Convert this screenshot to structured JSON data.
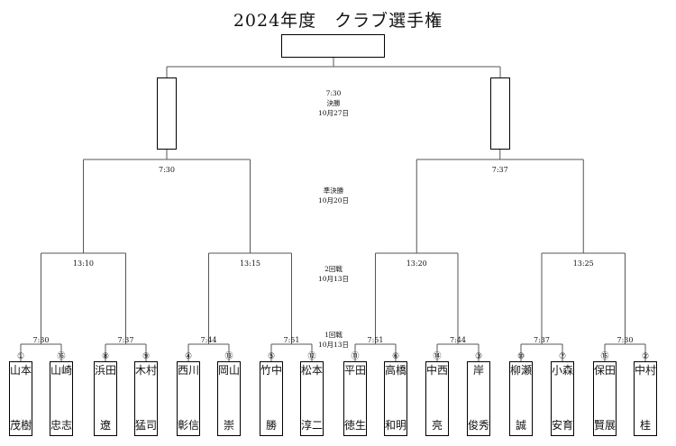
{
  "title": "2024年度　クラブ選手権",
  "rounds": {
    "final": {
      "time": "7:30",
      "name": "決勝",
      "date": "10月27日"
    },
    "semifinal": {
      "name": "準決勝",
      "date": "10月20日"
    },
    "round2": {
      "name": "2回戦",
      "date": "10月13日"
    },
    "round1": {
      "name": "1回戦",
      "date": "10月13日"
    }
  },
  "semi_times": [
    "7:30",
    "7:37"
  ],
  "r2_times": [
    "13:10",
    "13:15",
    "13:20",
    "13:25"
  ],
  "r1_times": [
    "7:30",
    "7:37",
    "7:44",
    "7:51",
    "7:51",
    "7:44",
    "7:37",
    "7:30"
  ],
  "players": [
    {
      "seed": "①",
      "surname": "山本",
      "given": "茂樹"
    },
    {
      "seed": "⑯",
      "surname": "山崎",
      "given": "忠志"
    },
    {
      "seed": "⑧",
      "surname": "浜田",
      "given": "遼"
    },
    {
      "seed": "⑨",
      "surname": "木村",
      "given": "猛司"
    },
    {
      "seed": "④",
      "surname": "西川",
      "given": "彰信"
    },
    {
      "seed": "⑬",
      "surname": "岡山",
      "given": "崇"
    },
    {
      "seed": "⑤",
      "surname": "竹中",
      "given": "勝"
    },
    {
      "seed": "⑫",
      "surname": "松本",
      "given": "淳二"
    },
    {
      "seed": "⑪",
      "surname": "平田",
      "given": "徳生"
    },
    {
      "seed": "⑥",
      "surname": "高橋",
      "given": "和明"
    },
    {
      "seed": "⑭",
      "surname": "中西",
      "given": "亮"
    },
    {
      "seed": "③",
      "surname": "岸",
      "given": "俊秀"
    },
    {
      "seed": "⑩",
      "surname": "柳瀬",
      "given": "誠"
    },
    {
      "seed": "⑦",
      "surname": "小森",
      "given": "安育"
    },
    {
      "seed": "⑮",
      "surname": "保田",
      "given": "賢展"
    },
    {
      "seed": "②",
      "surname": "中村",
      "given": "桂"
    }
  ]
}
